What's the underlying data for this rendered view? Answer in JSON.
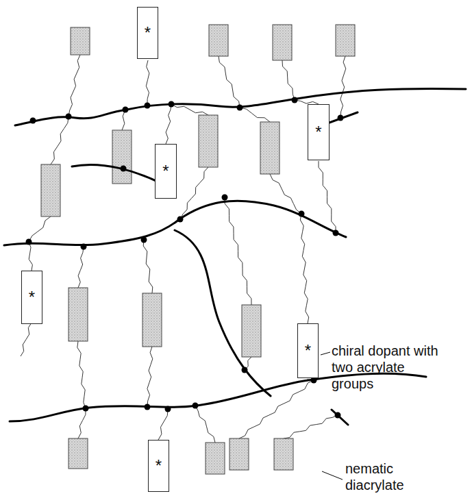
{
  "diagram": {
    "nodes": [
      {
        "text": [
          "*"
        ]
      },
      {
        "text": [
          "*"
        ]
      },
      {
        "text": [
          "*"
        ]
      },
      {
        "text": [
          "*"
        ]
      },
      {
        "text": [
          "*"
        ]
      },
      {
        "text": [
          "*"
        ]
      }
    ],
    "labels": [
      "chiral dopant with two acrylate groups",
      "nematic diacrylate"
    ]
  }
}
